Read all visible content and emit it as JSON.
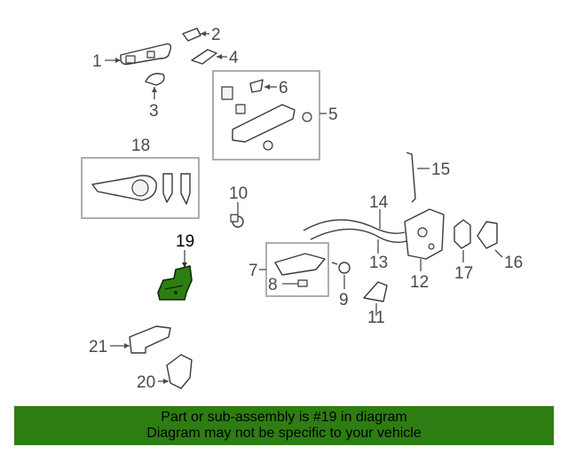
{
  "diagram": {
    "callouts": {
      "c1": "1",
      "c2": "2",
      "c3": "3",
      "c4": "4",
      "c5": "5",
      "c6": "6",
      "c7": "7",
      "c8": "8",
      "c9": "9",
      "c10": "10",
      "c11": "11",
      "c12": "12",
      "c13": "13",
      "c14": "14",
      "c15": "15",
      "c16": "16",
      "c17": "17",
      "c18": "18",
      "c19": "19",
      "c20": "20",
      "c21": "21"
    },
    "highlight_color": "#2e7d12"
  },
  "banner": {
    "line1": "Part or sub-assembly is #19 in diagram",
    "line2": "Diagram may not be specific to your vehicle",
    "background": "#2e7d12"
  }
}
